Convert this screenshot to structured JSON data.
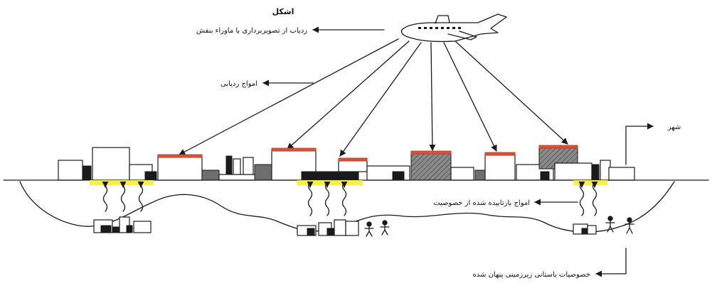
{
  "title": "اشکل",
  "labels": {
    "aircraft": "ردیاب از تصویربرداری با ماوراء بنفش",
    "incoming_waves": "امواج ردیابی",
    "city": "شهر",
    "reflected_waves": "امواج بازتابیده شده از خصوصیت",
    "buried_features": "خصوصیات باستانی زیرزمینی پنهان شده"
  },
  "colors": {
    "ink": "#1a1a1a",
    "roof_highlight": "#d9533a",
    "ground_glow": "#ffea3b",
    "shade": "#6e6e6e"
  }
}
